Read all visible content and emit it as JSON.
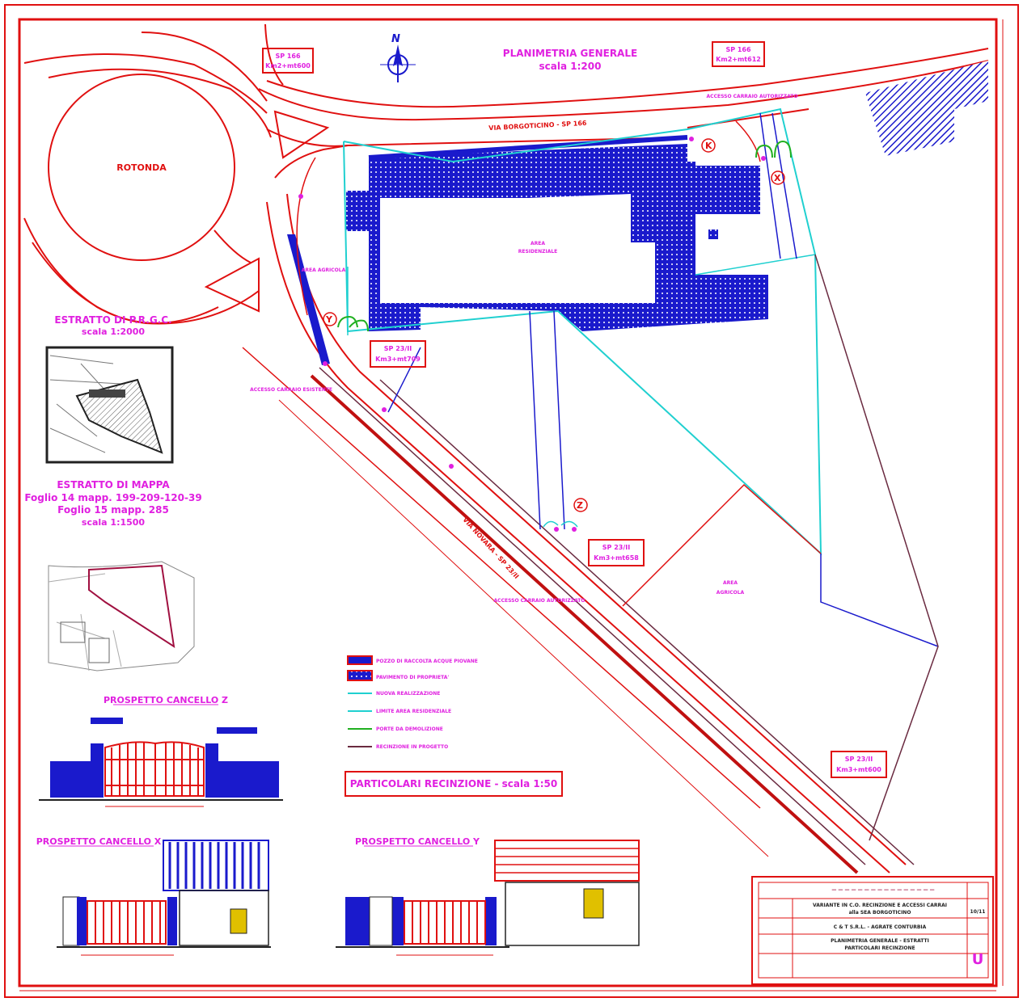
{
  "title": {
    "line1": "PLANIMETRIA GENERALE",
    "line2": "scala 1:200"
  },
  "north": "N",
  "road_markers": [
    {
      "road": "SP 166",
      "km": "Km2+mt600"
    },
    {
      "road": "SP 166",
      "km": "Km2+mt612"
    },
    {
      "road": "SP 23/II",
      "km": "Km3+mt709"
    },
    {
      "road": "SP 23/II",
      "km": "Km3+mt658"
    },
    {
      "road": "SP 23/II",
      "km": "Km3+mt600"
    }
  ],
  "labels": {
    "rotonda": "ROTONDA",
    "via_borgo": "VIA BORGOTICINO - SP 166",
    "via_novara": "VIA NOVARA - SP 23/II",
    "area_agricola": "AREA AGRICOLA",
    "area_resid_1": "AREA",
    "area_resid_2": "RESIDENZIALE",
    "area_agricola_2_a": "AREA",
    "area_agricola_2_b": "AGRICOLA",
    "accesso_auto": "ACCESSO CARRAIO AUTORIZZATO",
    "accesso_auto_b": "ACCESSO CARRAIO ESISTENTE",
    "accesso_auto_c": "ACCESSO CARRAIO AUTORIZZATO",
    "gate_x": "X",
    "gate_k": "K",
    "gate_y": "Y",
    "gate_z": "Z"
  },
  "prgc": {
    "title": "ESTRATTO DI P.R.G.C.",
    "scale": "scala 1:2000"
  },
  "mappa": {
    "title": "ESTRATTO DI MAPPA",
    "l1": "Foglio 14 mapp. 199-209-120-39",
    "l2": "Foglio 15 mapp. 285",
    "scale": "scala 1:1500"
  },
  "legend": [
    {
      "color": "#1a1acc",
      "label": "POZZO DI RACCOLTA ACQUE PIOVANE"
    },
    {
      "color": "#1a1acc",
      "label": "PAVIMENTO DI PROPRIETA'"
    },
    {
      "color": "#20d0d0",
      "label": "NUOVA REALIZZAZIONE"
    },
    {
      "color": "#20d0d0",
      "label": "LIMITE AREA RESIDENZIALE"
    },
    {
      "color": "#20b020",
      "label": "PORTE DA DEMOLIZIONE"
    },
    {
      "color": "#6a2a40",
      "label": "RECINZIONE IN PROGETTO"
    }
  ],
  "particolari": "PARTICOLARI RECINZIONE - scala 1:50",
  "cancello_z": "PROSPETTO CANCELLO Z",
  "cancello_x": "PROSPETTO CANCELLO X",
  "cancello_y": "PROSPETTO CANCELLO Y",
  "titleblock": {
    "r1": "VARIANTE IN C.O. RECINZIONE E ACCESSI CARRAI",
    "r1b": "alla SEA BORGOTICINO",
    "r2": "C & T S.R.L. - AGRATE CONTURBIA",
    "r3a": "PLANIMETRIA GENERALE - ESTRATTI",
    "r3b": "PARTICOLARI RECINZIONE",
    "date": "10/11",
    "sheet": "U"
  }
}
